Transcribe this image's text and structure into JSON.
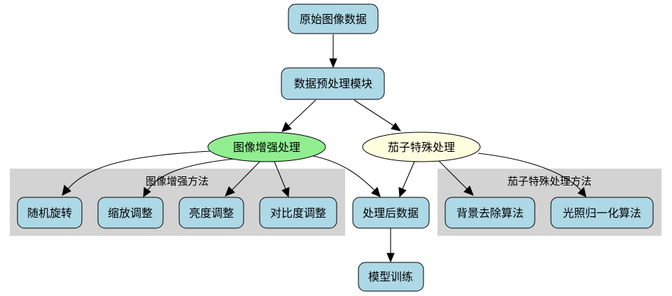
{
  "nodes": {
    "raw_data": "原始图像数据",
    "preprocess": "数据预处理模块",
    "augment": "图像增强处理",
    "eggplant": "茄子特殊处理",
    "rotate": "随机旋转",
    "scale": "缩放调整",
    "brightness": "亮度调整",
    "contrast": "对比度调整",
    "processed": "处理后数据",
    "bg_removal": "背景去除算法",
    "light_norm": "光照归一化算法",
    "train": "模型训练"
  },
  "clusters": {
    "augment_methods": "图像增强方法",
    "special_methods": "茄子特殊处理方法"
  },
  "colors": {
    "box_fill": "#add8e6",
    "augment_fill": "#90ee90",
    "eggplant_fill": "#ffffe0",
    "cluster_fill": "#d3d3d3"
  }
}
